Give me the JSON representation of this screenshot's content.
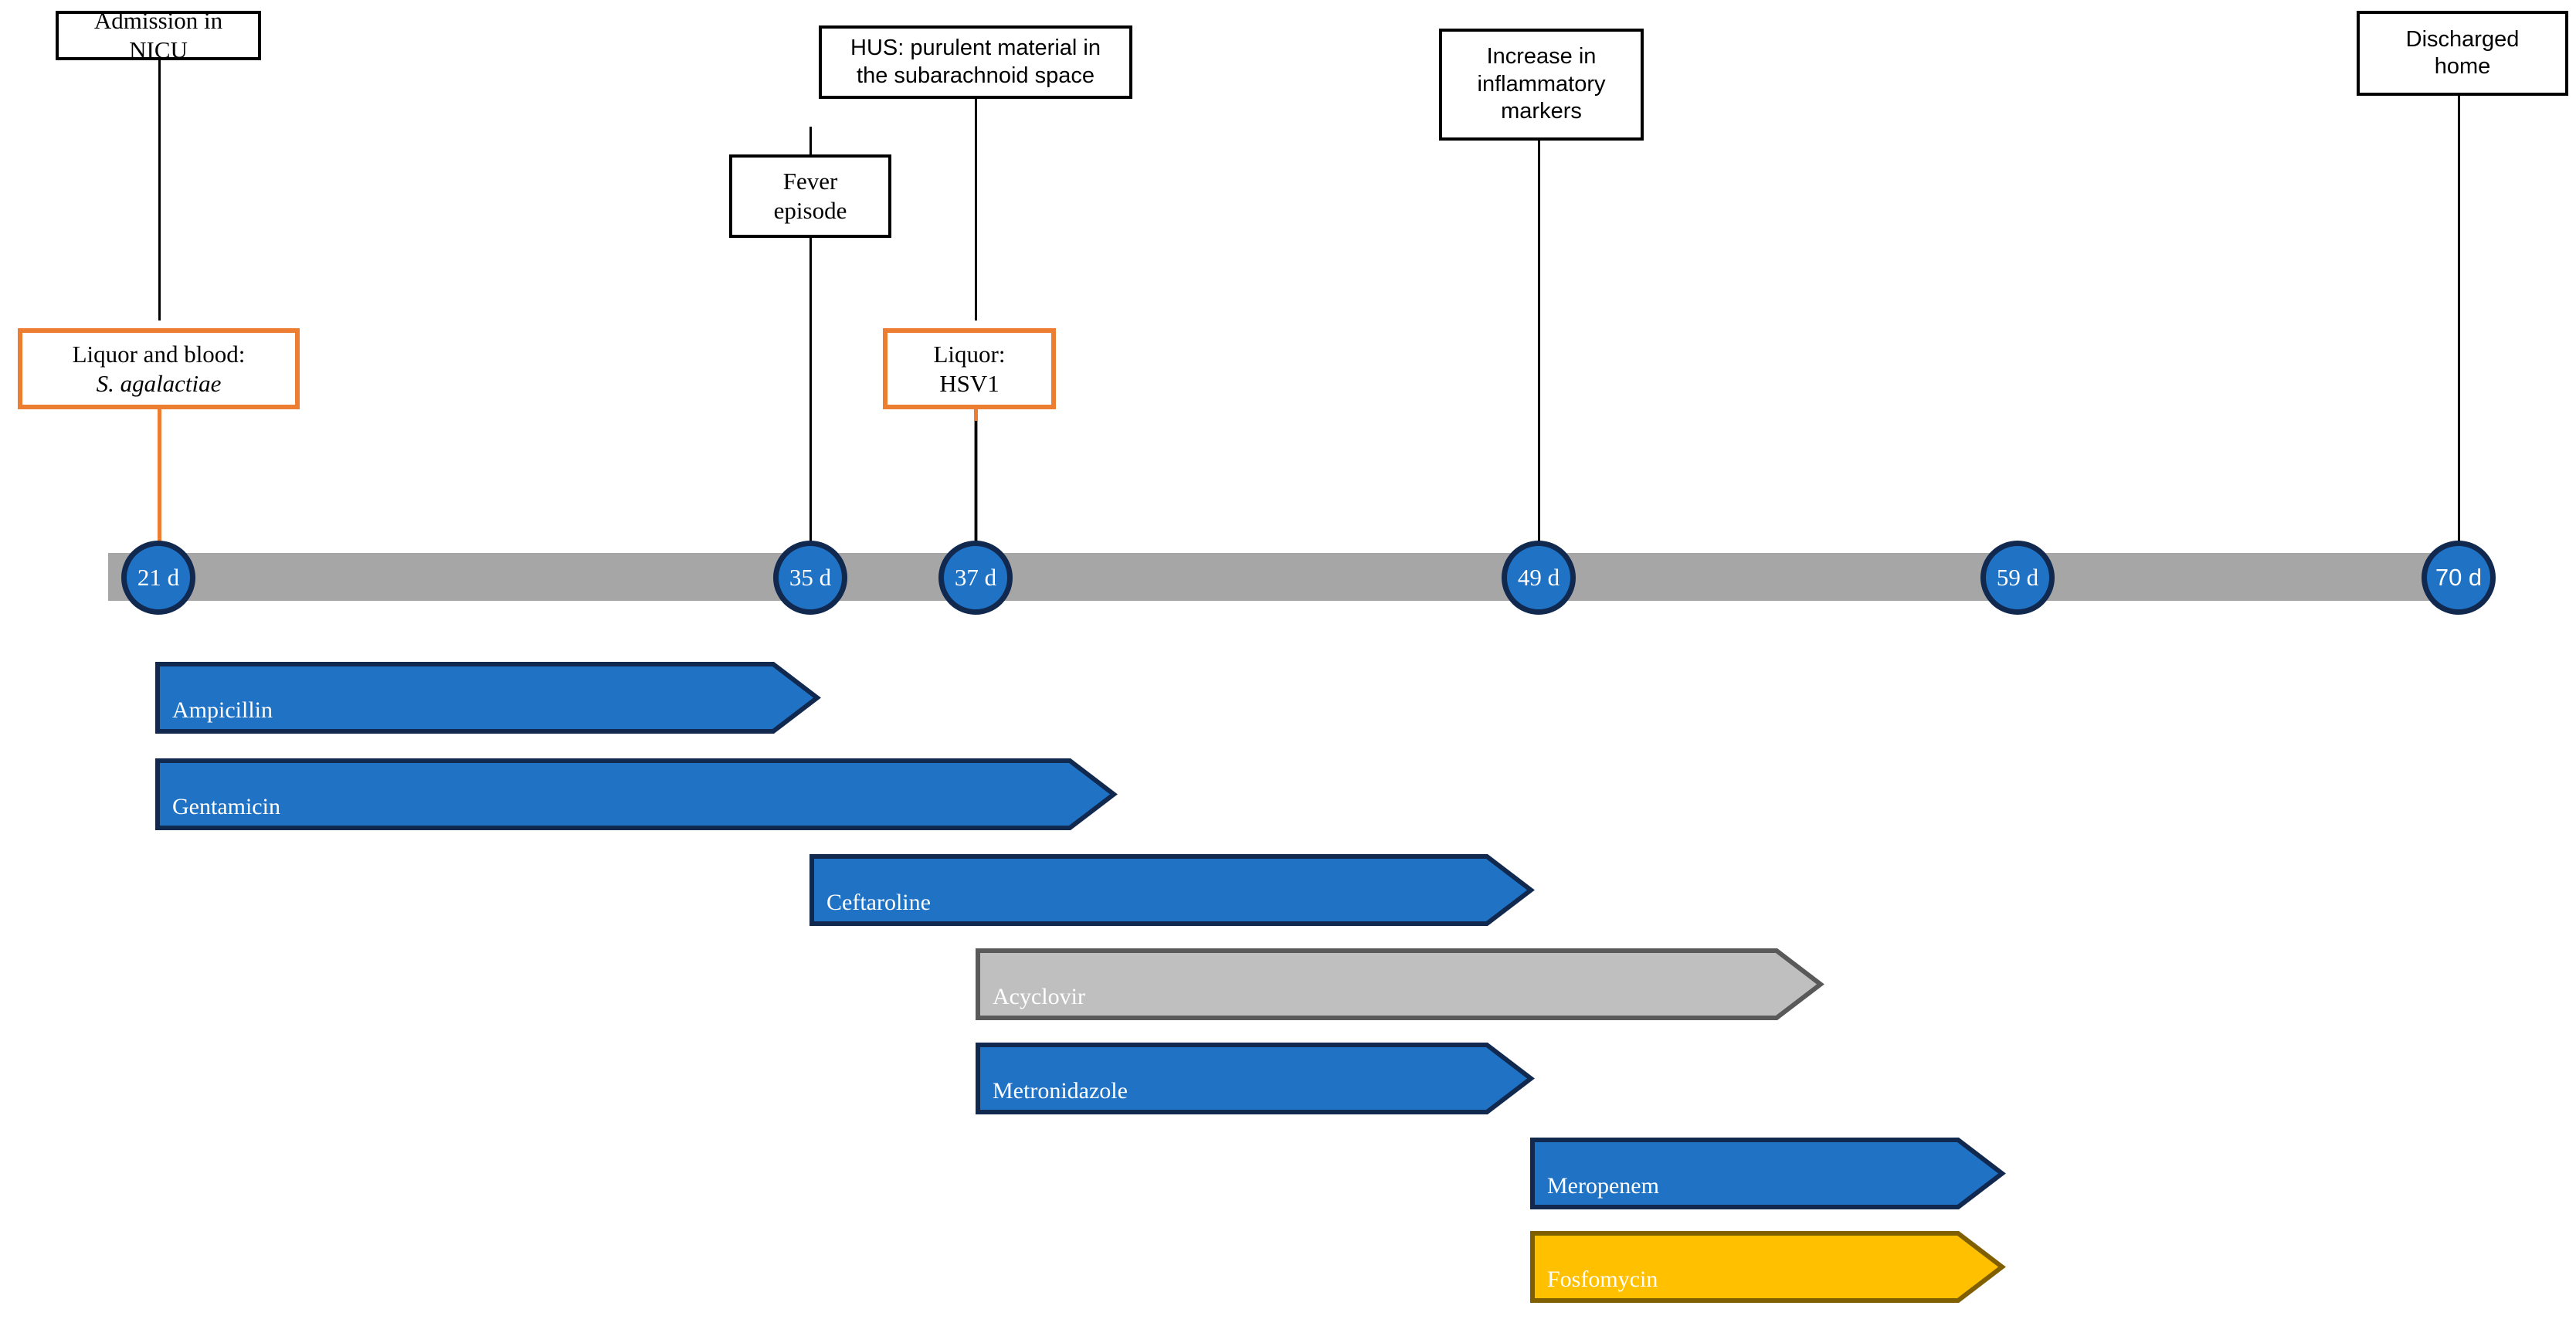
{
  "diagram": {
    "title": "Clinical timeline of neonatal meningitis case",
    "colors": {
      "timeline_bar": "#A6A6A6",
      "node_fill": "#1F72C4",
      "node_border": "#11284F",
      "accent_orange": "#ED7D31",
      "arrow_blue_fill": "#1F72C4",
      "arrow_blue_border": "#11284F",
      "arrow_grey_fill": "#BFBFBF",
      "arrow_grey_border": "#595959",
      "arrow_yellow_fill": "#FFC000",
      "arrow_yellow_border": "#7F5F00",
      "box_border_black": "#000000"
    }
  },
  "events": [
    {
      "id": "admission",
      "lines": [
        "Admission in",
        "NICU"
      ],
      "border": "black",
      "font": "serif"
    },
    {
      "id": "hus",
      "lines": [
        "HUS: purulent material in",
        "the subarachnoid space"
      ],
      "border": "black",
      "font": "sans"
    },
    {
      "id": "fever",
      "lines": [
        "Fever",
        "episode"
      ],
      "border": "black",
      "font": "serif"
    },
    {
      "id": "inflammatory",
      "lines": [
        "Increase in",
        "inflammatory",
        "markers"
      ],
      "border": "black",
      "font": "sans"
    },
    {
      "id": "discharge",
      "lines": [
        "Discharged",
        "home"
      ],
      "border": "black",
      "font": "sans"
    },
    {
      "id": "culture1",
      "lines": [
        "Liquor and blood:",
        "S. agalactiae"
      ],
      "border": "orange",
      "font": "serif",
      "italic_line": 1
    },
    {
      "id": "culture2",
      "lines": [
        "Liquor:",
        "HSV1"
      ],
      "border": "orange",
      "font": "serif"
    }
  ],
  "timeline": {
    "nodes": [
      {
        "label": "21 d",
        "day": 21,
        "font": "serif"
      },
      {
        "label": "35 d",
        "day": 35,
        "font": "serif"
      },
      {
        "label": "37 d",
        "day": 37,
        "font": "serif"
      },
      {
        "label": "49 d",
        "day": 49,
        "font": "serif"
      },
      {
        "label": "59 d",
        "day": 59,
        "font": "serif"
      },
      {
        "label": "70 d",
        "day": 70,
        "font": "sans"
      }
    ]
  },
  "therapies": [
    {
      "name": "Ampicillin",
      "color": "blue"
    },
    {
      "name": "Gentamicin",
      "color": "blue"
    },
    {
      "name": "Ceftaroline",
      "color": "blue"
    },
    {
      "name": "Acyclovir",
      "color": "grey"
    },
    {
      "name": "Metronidazole",
      "color": "blue"
    },
    {
      "name": "Meropenem",
      "color": "blue"
    },
    {
      "name": "Fosfomycin",
      "color": "yellow"
    }
  ]
}
